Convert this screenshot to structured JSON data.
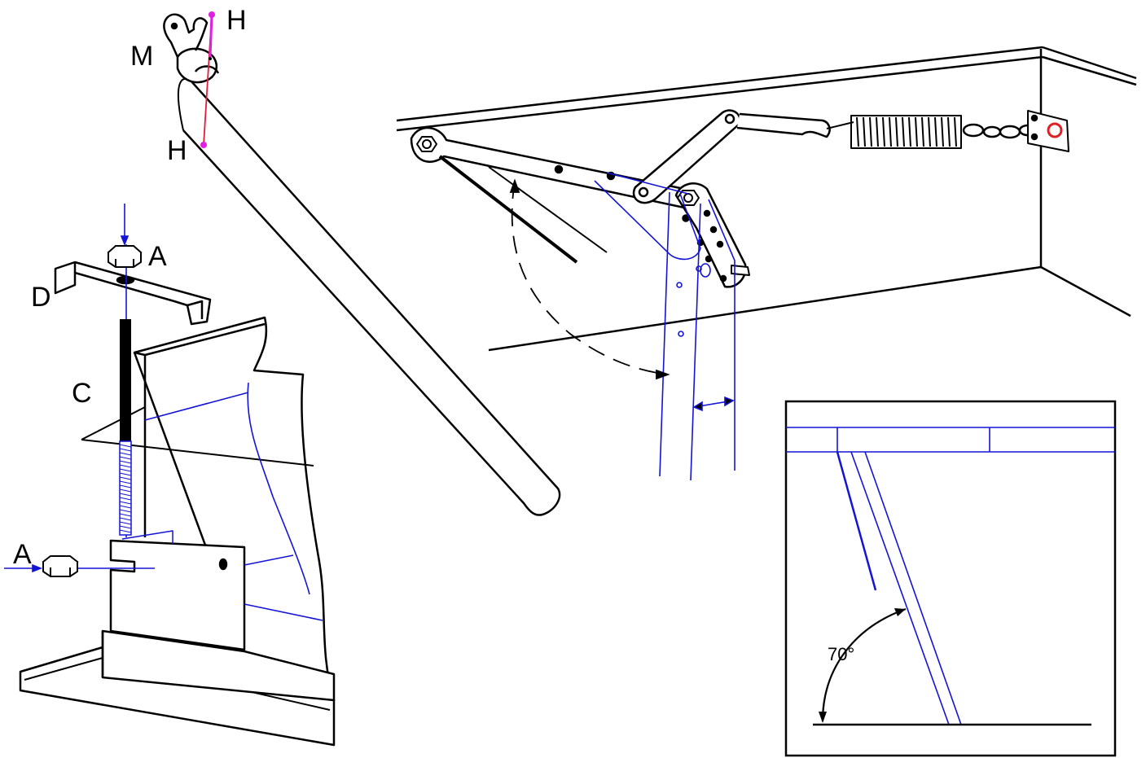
{
  "labels": {
    "h_top": "H",
    "h_bottom": "H",
    "m": "M",
    "a_top": "A",
    "d": "D",
    "c": "C",
    "a_bottom": "A",
    "angle": "70°"
  },
  "colors": {
    "line": "#000000",
    "guide": "#1414d8",
    "marker": "#e020e0",
    "marker_line": "#e01e3c",
    "highlight": "#e02020"
  }
}
